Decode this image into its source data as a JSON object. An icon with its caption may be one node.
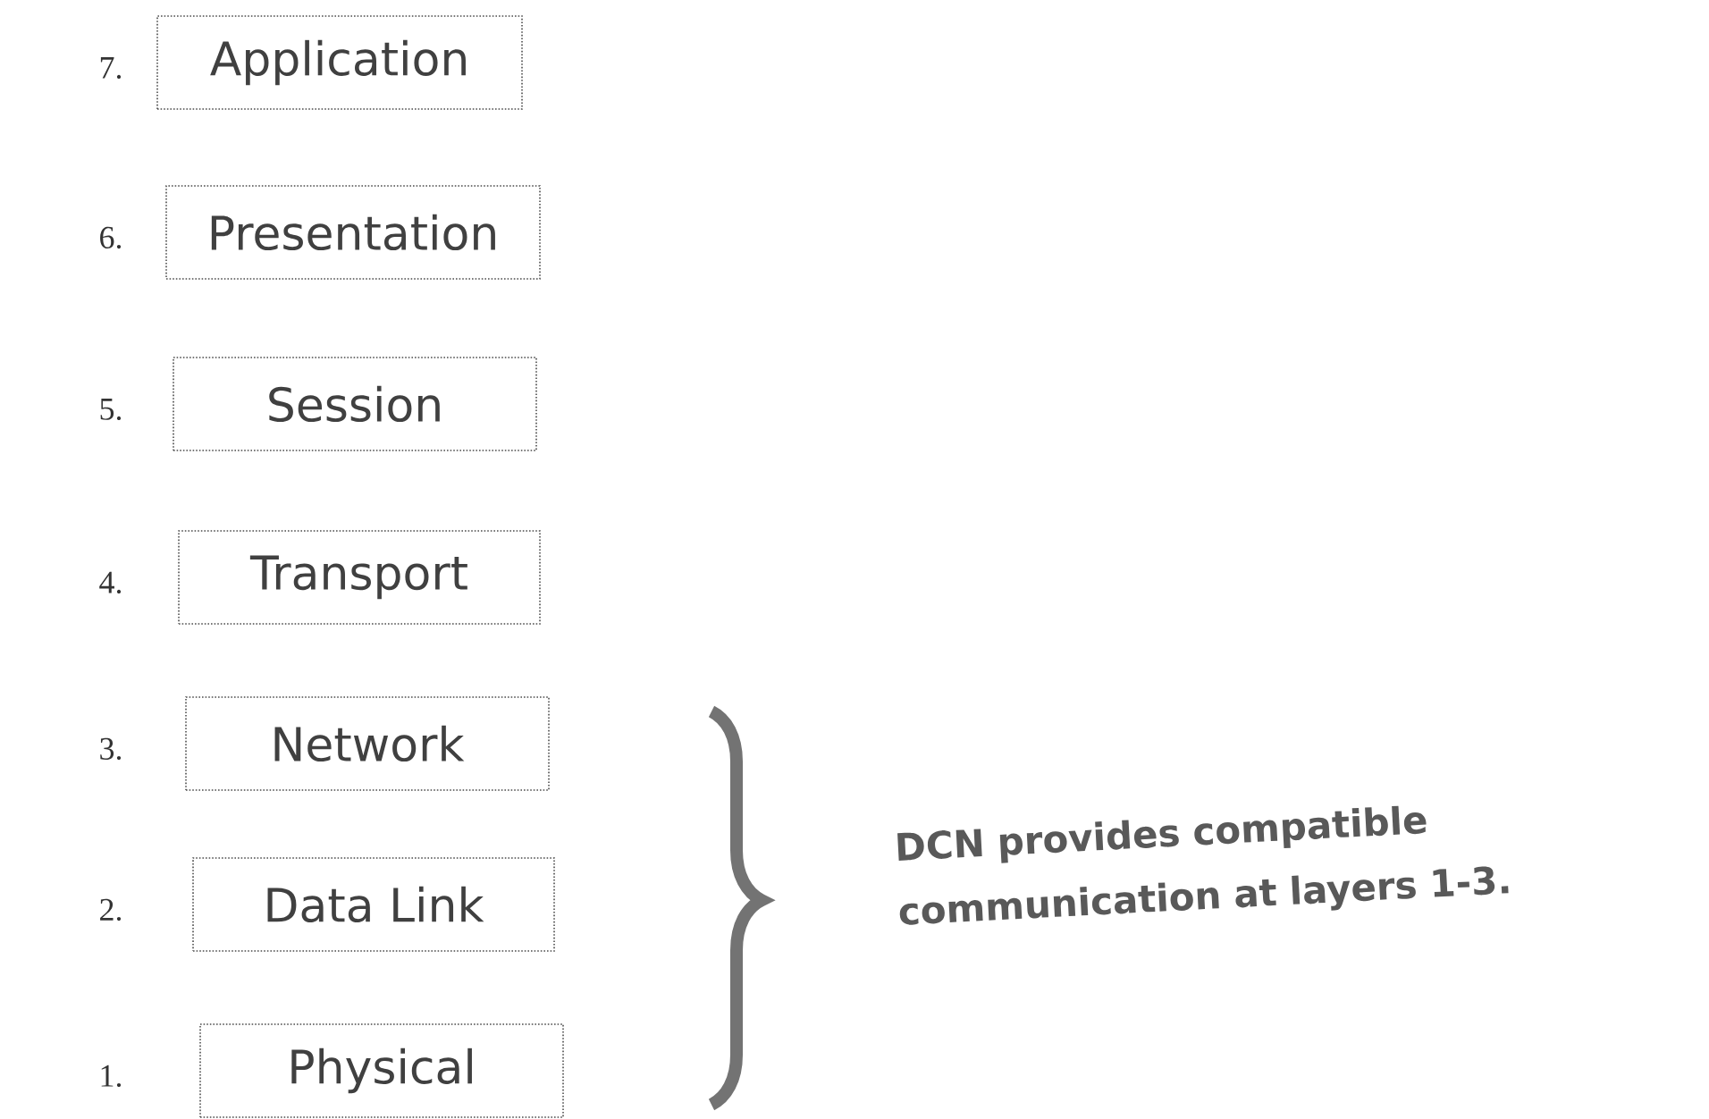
{
  "diagram": {
    "nodes": [
      {
        "text": [
          "Application"
        ],
        "beside": [
          "7."
        ]
      },
      {
        "text": [
          "Presentation"
        ],
        "beside": [
          "6."
        ]
      },
      {
        "text": [
          "Session"
        ],
        "beside": [
          "5."
        ]
      },
      {
        "text": [
          "Transport"
        ],
        "beside": [
          "4."
        ]
      },
      {
        "text": [
          "Network"
        ],
        "beside": [
          "3."
        ]
      },
      {
        "text": [
          "Data Link"
        ],
        "beside": [
          "2."
        ]
      },
      {
        "text": [
          "Physical"
        ],
        "beside": [
          "1."
        ]
      }
    ],
    "labels": [
      "DCN provides compatible communication at layers 1-3."
    ]
  }
}
